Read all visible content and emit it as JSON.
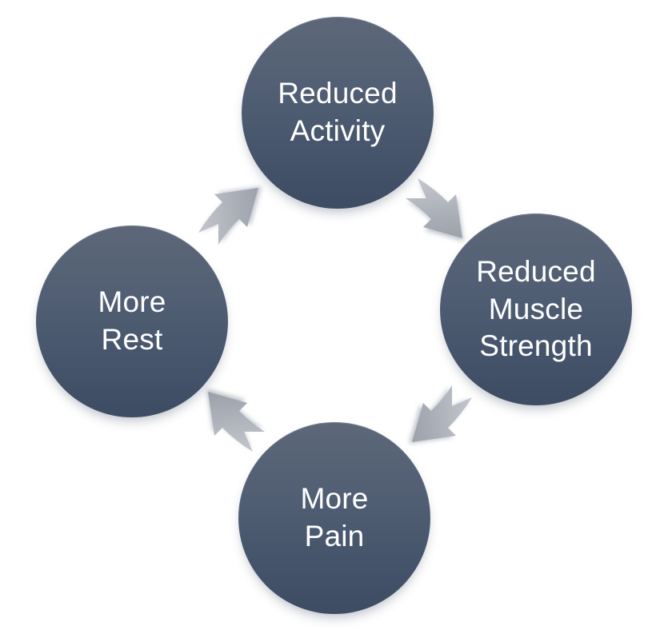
{
  "diagram": {
    "type": "cycle",
    "direction": "clockwise",
    "background_color": "#ffffff",
    "node_shape": "circle",
    "node_fill_top": "#5d6779",
    "node_fill_bottom": "#3d4b63",
    "node_text_color": "#ffffff",
    "arrow_fill_light": "#c5c8ce",
    "arrow_fill_dark": "#9ca1ab",
    "nodes": [
      {
        "id": "reduced-activity",
        "position": "top",
        "label": "Reduced Activity",
        "lines": [
          "Reduced",
          "Activity"
        ]
      },
      {
        "id": "reduced-muscle-strength",
        "position": "right",
        "label": "Reduced Muscle Strength",
        "lines": [
          "Reduced",
          "Muscle",
          "Strength"
        ]
      },
      {
        "id": "more-pain",
        "position": "bottom",
        "label": "More Pain",
        "lines": [
          "More",
          "Pain"
        ]
      },
      {
        "id": "more-rest",
        "position": "left",
        "label": "More Rest",
        "lines": [
          "More",
          "Rest"
        ]
      }
    ],
    "arrows": [
      {
        "id": "arrow-top-right",
        "from": "reduced-activity",
        "to": "reduced-muscle-strength"
      },
      {
        "id": "arrow-bottom-right",
        "from": "reduced-muscle-strength",
        "to": "more-pain"
      },
      {
        "id": "arrow-bottom-left",
        "from": "more-pain",
        "to": "more-rest"
      },
      {
        "id": "arrow-top-left",
        "from": "more-rest",
        "to": "reduced-activity"
      }
    ]
  }
}
